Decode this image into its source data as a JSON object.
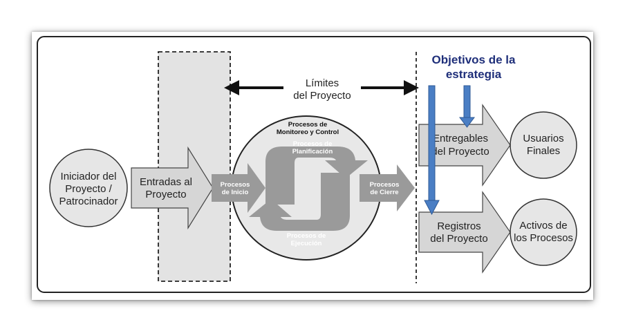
{
  "diagram": {
    "nodes": {
      "iniciador": [
        "Iniciador del",
        "Proyecto /",
        "Patrocinador"
      ],
      "entradas": [
        "Entradas al",
        "Proyecto"
      ],
      "limites": [
        "Límites",
        "del Proyecto"
      ],
      "monitoreo": [
        "Procesos de",
        "Monitoreo y Control"
      ],
      "planificacion": [
        "Procesos de",
        "Planificación"
      ],
      "inicio": [
        "Procesos",
        "de Inicio"
      ],
      "ejecucion": [
        "Procesos de",
        "Ejecución"
      ],
      "cierre": [
        "Procesos",
        "de Cierre"
      ],
      "entregables": [
        "Entregables",
        "del Proyecto"
      ],
      "registros": [
        "Registros",
        "del Proyecto"
      ],
      "usuarios": [
        "Usuarios",
        "Finales"
      ],
      "activos": [
        "Activos de",
        "los Procesos"
      ]
    },
    "objetivos": [
      "Objetivos de la",
      "estrategia"
    ],
    "colors": {
      "gray_fill": "#d6d6d6",
      "process_gray": "#9a9a9a",
      "circle_fill": "#e8e8e8",
      "blue_arrow": "#4a7ec4",
      "blue_text": "#1f2f7a",
      "border": "#222222"
    },
    "edges": [
      {
        "from": "iniciador",
        "to": "entradas"
      },
      {
        "from": "entradas",
        "to": "inicio"
      },
      {
        "from": "inicio",
        "to": "planificacion"
      },
      {
        "from": "planificacion",
        "to": "ejecucion"
      },
      {
        "from": "ejecucion",
        "to": "cierre"
      },
      {
        "from": "cierre",
        "to": "entregables"
      },
      {
        "from": "entregables",
        "to": "usuarios"
      },
      {
        "from": "registros",
        "to": "activos"
      },
      {
        "from": "objetivos",
        "to": "entregables"
      },
      {
        "from": "objetivos",
        "to": "registros"
      }
    ]
  }
}
